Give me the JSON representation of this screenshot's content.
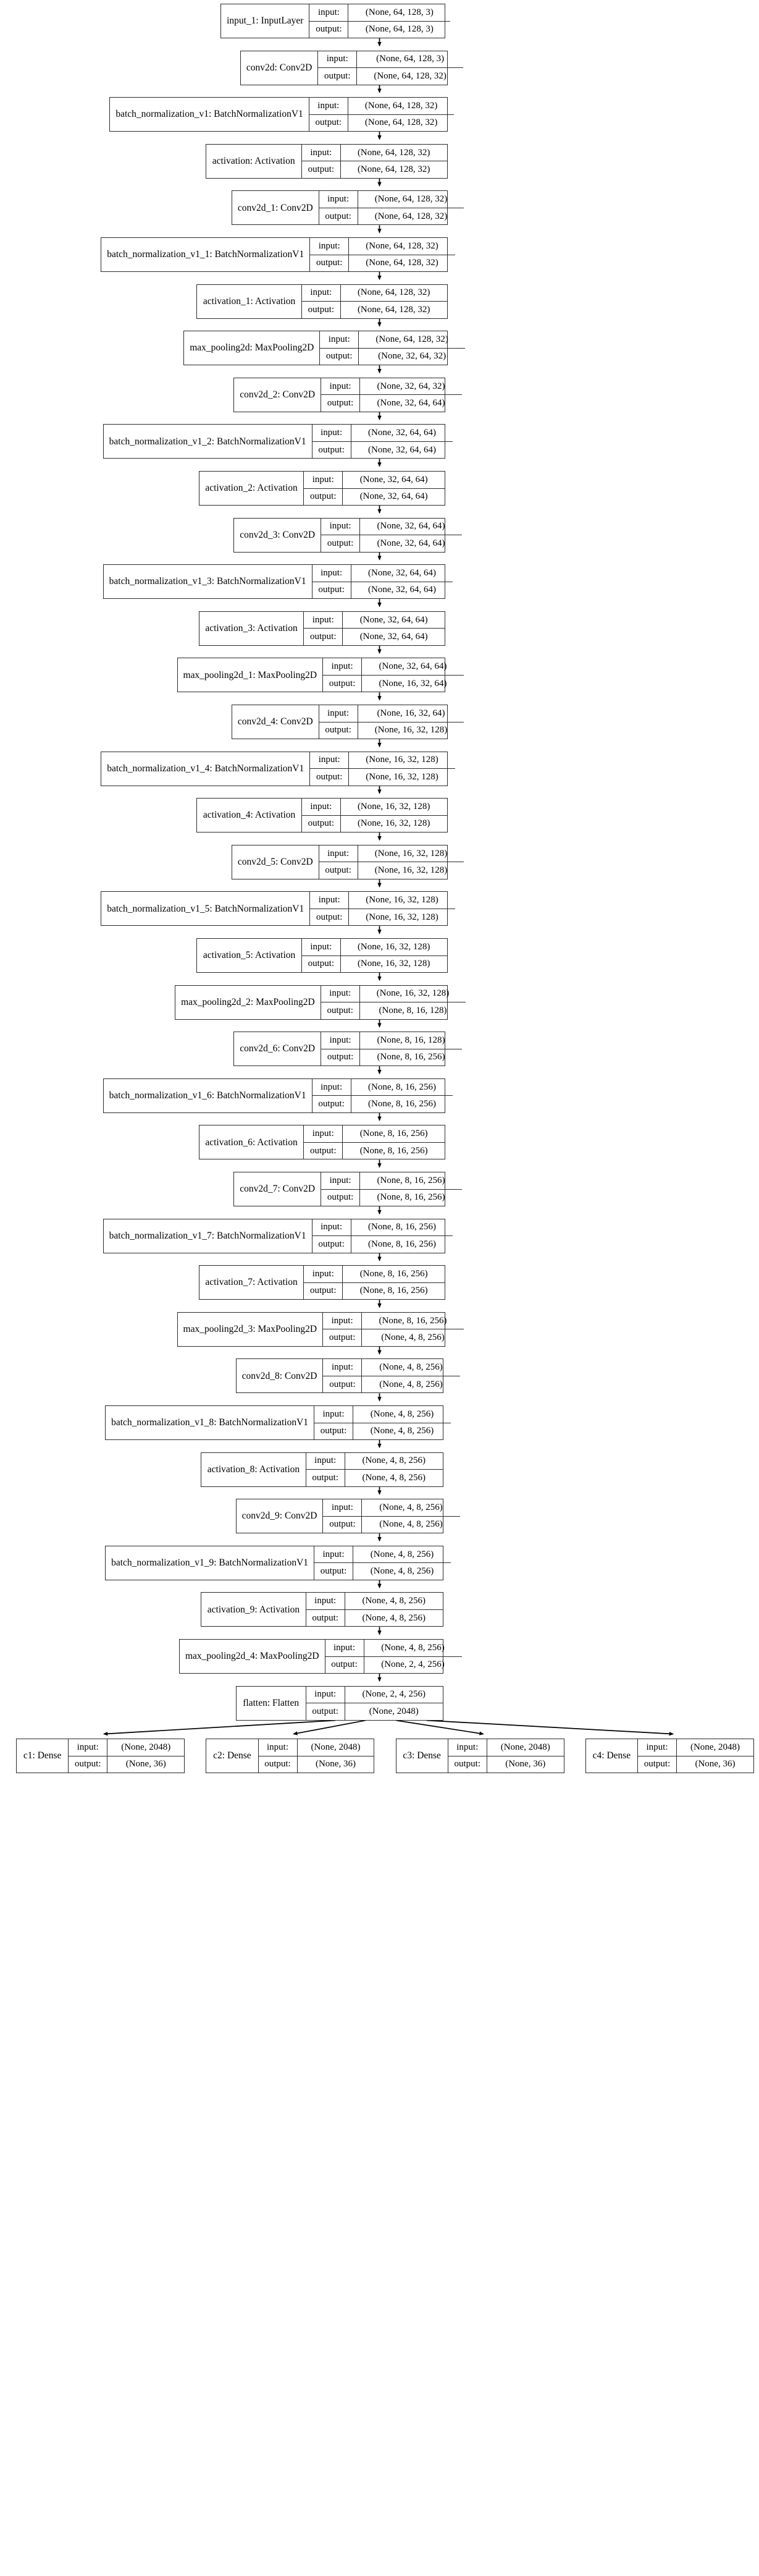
{
  "diagram": {
    "type": "keras-model-plot",
    "title": "",
    "io_labels": {
      "input": "input:",
      "output": "output:"
    },
    "colors": {
      "node_border": "#2b2b2b",
      "edge": "#000000",
      "background": "#ffffff"
    },
    "nodes": [
      {
        "id": "input_1",
        "label": "input_1: InputLayer",
        "input": "(None, 64, 128, 3)",
        "output": "(None, 64, 128, 3)"
      },
      {
        "id": "conv2d",
        "label": "conv2d: Conv2D",
        "input": "(None, 64, 128, 3)",
        "output": "(None, 64, 128, 32)"
      },
      {
        "id": "batch_normalization_v1",
        "label": "batch_normalization_v1: BatchNormalizationV1",
        "input": "(None, 64, 128, 32)",
        "output": "(None, 64, 128, 32)"
      },
      {
        "id": "activation",
        "label": "activation: Activation",
        "input": "(None, 64, 128, 32)",
        "output": "(None, 64, 128, 32)"
      },
      {
        "id": "conv2d_1",
        "label": "conv2d_1: Conv2D",
        "input": "(None, 64, 128, 32)",
        "output": "(None, 64, 128, 32)"
      },
      {
        "id": "batch_normalization_v1_1",
        "label": "batch_normalization_v1_1: BatchNormalizationV1",
        "input": "(None, 64, 128, 32)",
        "output": "(None, 64, 128, 32)"
      },
      {
        "id": "activation_1",
        "label": "activation_1: Activation",
        "input": "(None, 64, 128, 32)",
        "output": "(None, 64, 128, 32)"
      },
      {
        "id": "max_pooling2d",
        "label": "max_pooling2d: MaxPooling2D",
        "input": "(None, 64, 128, 32)",
        "output": "(None, 32, 64, 32)"
      },
      {
        "id": "conv2d_2",
        "label": "conv2d_2: Conv2D",
        "input": "(None, 32, 64, 32)",
        "output": "(None, 32, 64, 64)"
      },
      {
        "id": "batch_normalization_v1_2",
        "label": "batch_normalization_v1_2: BatchNormalizationV1",
        "input": "(None, 32, 64, 64)",
        "output": "(None, 32, 64, 64)"
      },
      {
        "id": "activation_2",
        "label": "activation_2: Activation",
        "input": "(None, 32, 64, 64)",
        "output": "(None, 32, 64, 64)"
      },
      {
        "id": "conv2d_3",
        "label": "conv2d_3: Conv2D",
        "input": "(None, 32, 64, 64)",
        "output": "(None, 32, 64, 64)"
      },
      {
        "id": "batch_normalization_v1_3",
        "label": "batch_normalization_v1_3: BatchNormalizationV1",
        "input": "(None, 32, 64, 64)",
        "output": "(None, 32, 64, 64)"
      },
      {
        "id": "activation_3",
        "label": "activation_3: Activation",
        "input": "(None, 32, 64, 64)",
        "output": "(None, 32, 64, 64)"
      },
      {
        "id": "max_pooling2d_1",
        "label": "max_pooling2d_1: MaxPooling2D",
        "input": "(None, 32, 64, 64)",
        "output": "(None, 16, 32, 64)"
      },
      {
        "id": "conv2d_4",
        "label": "conv2d_4: Conv2D",
        "input": "(None, 16, 32, 64)",
        "output": "(None, 16, 32, 128)"
      },
      {
        "id": "batch_normalization_v1_4",
        "label": "batch_normalization_v1_4: BatchNormalizationV1",
        "input": "(None, 16, 32, 128)",
        "output": "(None, 16, 32, 128)"
      },
      {
        "id": "activation_4",
        "label": "activation_4: Activation",
        "input": "(None, 16, 32, 128)",
        "output": "(None, 16, 32, 128)"
      },
      {
        "id": "conv2d_5",
        "label": "conv2d_5: Conv2D",
        "input": "(None, 16, 32, 128)",
        "output": "(None, 16, 32, 128)"
      },
      {
        "id": "batch_normalization_v1_5",
        "label": "batch_normalization_v1_5: BatchNormalizationV1",
        "input": "(None, 16, 32, 128)",
        "output": "(None, 16, 32, 128)"
      },
      {
        "id": "activation_5",
        "label": "activation_5: Activation",
        "input": "(None, 16, 32, 128)",
        "output": "(None, 16, 32, 128)"
      },
      {
        "id": "max_pooling2d_2",
        "label": "max_pooling2d_2: MaxPooling2D",
        "input": "(None, 16, 32, 128)",
        "output": "(None, 8, 16, 128)"
      },
      {
        "id": "conv2d_6",
        "label": "conv2d_6: Conv2D",
        "input": "(None, 8, 16, 128)",
        "output": "(None, 8, 16, 256)"
      },
      {
        "id": "batch_normalization_v1_6",
        "label": "batch_normalization_v1_6: BatchNormalizationV1",
        "input": "(None, 8, 16, 256)",
        "output": "(None, 8, 16, 256)"
      },
      {
        "id": "activation_6",
        "label": "activation_6: Activation",
        "input": "(None, 8, 16, 256)",
        "output": "(None, 8, 16, 256)"
      },
      {
        "id": "conv2d_7",
        "label": "conv2d_7: Conv2D",
        "input": "(None, 8, 16, 256)",
        "output": "(None, 8, 16, 256)"
      },
      {
        "id": "batch_normalization_v1_7",
        "label": "batch_normalization_v1_7: BatchNormalizationV1",
        "input": "(None, 8, 16, 256)",
        "output": "(None, 8, 16, 256)"
      },
      {
        "id": "activation_7",
        "label": "activation_7: Activation",
        "input": "(None, 8, 16, 256)",
        "output": "(None, 8, 16, 256)"
      },
      {
        "id": "max_pooling2d_3",
        "label": "max_pooling2d_3: MaxPooling2D",
        "input": "(None, 8, 16, 256)",
        "output": "(None, 4, 8, 256)"
      },
      {
        "id": "conv2d_8",
        "label": "conv2d_8: Conv2D",
        "input": "(None, 4, 8, 256)",
        "output": "(None, 4, 8, 256)"
      },
      {
        "id": "batch_normalization_v1_8",
        "label": "batch_normalization_v1_8: BatchNormalizationV1",
        "input": "(None, 4, 8, 256)",
        "output": "(None, 4, 8, 256)"
      },
      {
        "id": "activation_8",
        "label": "activation_8: Activation",
        "input": "(None, 4, 8, 256)",
        "output": "(None, 4, 8, 256)"
      },
      {
        "id": "conv2d_9",
        "label": "conv2d_9: Conv2D",
        "input": "(None, 4, 8, 256)",
        "output": "(None, 4, 8, 256)"
      },
      {
        "id": "batch_normalization_v1_9",
        "label": "batch_normalization_v1_9: BatchNormalizationV1",
        "input": "(None, 4, 8, 256)",
        "output": "(None, 4, 8, 256)"
      },
      {
        "id": "activation_9",
        "label": "activation_9: Activation",
        "input": "(None, 4, 8, 256)",
        "output": "(None, 4, 8, 256)"
      },
      {
        "id": "max_pooling2d_4",
        "label": "max_pooling2d_4: MaxPooling2D",
        "input": "(None, 4, 8, 256)",
        "output": "(None, 2, 4, 256)"
      },
      {
        "id": "flatten",
        "label": "flatten: Flatten",
        "input": "(None, 2, 4, 256)",
        "output": "(None, 2048)"
      },
      {
        "id": "c1",
        "label": "c1: Dense",
        "input": "(None, 2048)",
        "output": "(None, 36)"
      },
      {
        "id": "c2",
        "label": "c2: Dense",
        "input": "(None, 2048)",
        "output": "(None, 36)"
      },
      {
        "id": "c3",
        "label": "c3: Dense",
        "input": "(None, 2048)",
        "output": "(None, 36)"
      },
      {
        "id": "c4",
        "label": "c4: Dense",
        "input": "(None, 2048)",
        "output": "(None, 36)"
      }
    ],
    "edges": [
      [
        "input_1",
        "conv2d"
      ],
      [
        "conv2d",
        "batch_normalization_v1"
      ],
      [
        "batch_normalization_v1",
        "activation"
      ],
      [
        "activation",
        "conv2d_1"
      ],
      [
        "conv2d_1",
        "batch_normalization_v1_1"
      ],
      [
        "batch_normalization_v1_1",
        "activation_1"
      ],
      [
        "activation_1",
        "max_pooling2d"
      ],
      [
        "max_pooling2d",
        "conv2d_2"
      ],
      [
        "conv2d_2",
        "batch_normalization_v1_2"
      ],
      [
        "batch_normalization_v1_2",
        "activation_2"
      ],
      [
        "activation_2",
        "conv2d_3"
      ],
      [
        "conv2d_3",
        "batch_normalization_v1_3"
      ],
      [
        "batch_normalization_v1_3",
        "activation_3"
      ],
      [
        "activation_3",
        "max_pooling2d_1"
      ],
      [
        "max_pooling2d_1",
        "conv2d_4"
      ],
      [
        "conv2d_4",
        "batch_normalization_v1_4"
      ],
      [
        "batch_normalization_v1_4",
        "activation_4"
      ],
      [
        "activation_4",
        "conv2d_5"
      ],
      [
        "conv2d_5",
        "batch_normalization_v1_5"
      ],
      [
        "batch_normalization_v1_5",
        "activation_5"
      ],
      [
        "activation_5",
        "max_pooling2d_2"
      ],
      [
        "max_pooling2d_2",
        "conv2d_6"
      ],
      [
        "conv2d_6",
        "batch_normalization_v1_6"
      ],
      [
        "batch_normalization_v1_6",
        "activation_6"
      ],
      [
        "activation_6",
        "conv2d_7"
      ],
      [
        "conv2d_7",
        "batch_normalization_v1_7"
      ],
      [
        "batch_normalization_v1_7",
        "activation_7"
      ],
      [
        "activation_7",
        "max_pooling2d_3"
      ],
      [
        "max_pooling2d_3",
        "conv2d_8"
      ],
      [
        "conv2d_8",
        "batch_normalization_v1_8"
      ],
      [
        "batch_normalization_v1_8",
        "activation_8"
      ],
      [
        "activation_8",
        "conv2d_9"
      ],
      [
        "conv2d_9",
        "batch_normalization_v1_9"
      ],
      [
        "batch_normalization_v1_9",
        "activation_9"
      ],
      [
        "activation_9",
        "max_pooling2d_4"
      ],
      [
        "max_pooling2d_4",
        "flatten"
      ],
      [
        "flatten",
        "c1"
      ],
      [
        "flatten",
        "c2"
      ],
      [
        "flatten",
        "c3"
      ],
      [
        "flatten",
        "c4"
      ]
    ]
  }
}
